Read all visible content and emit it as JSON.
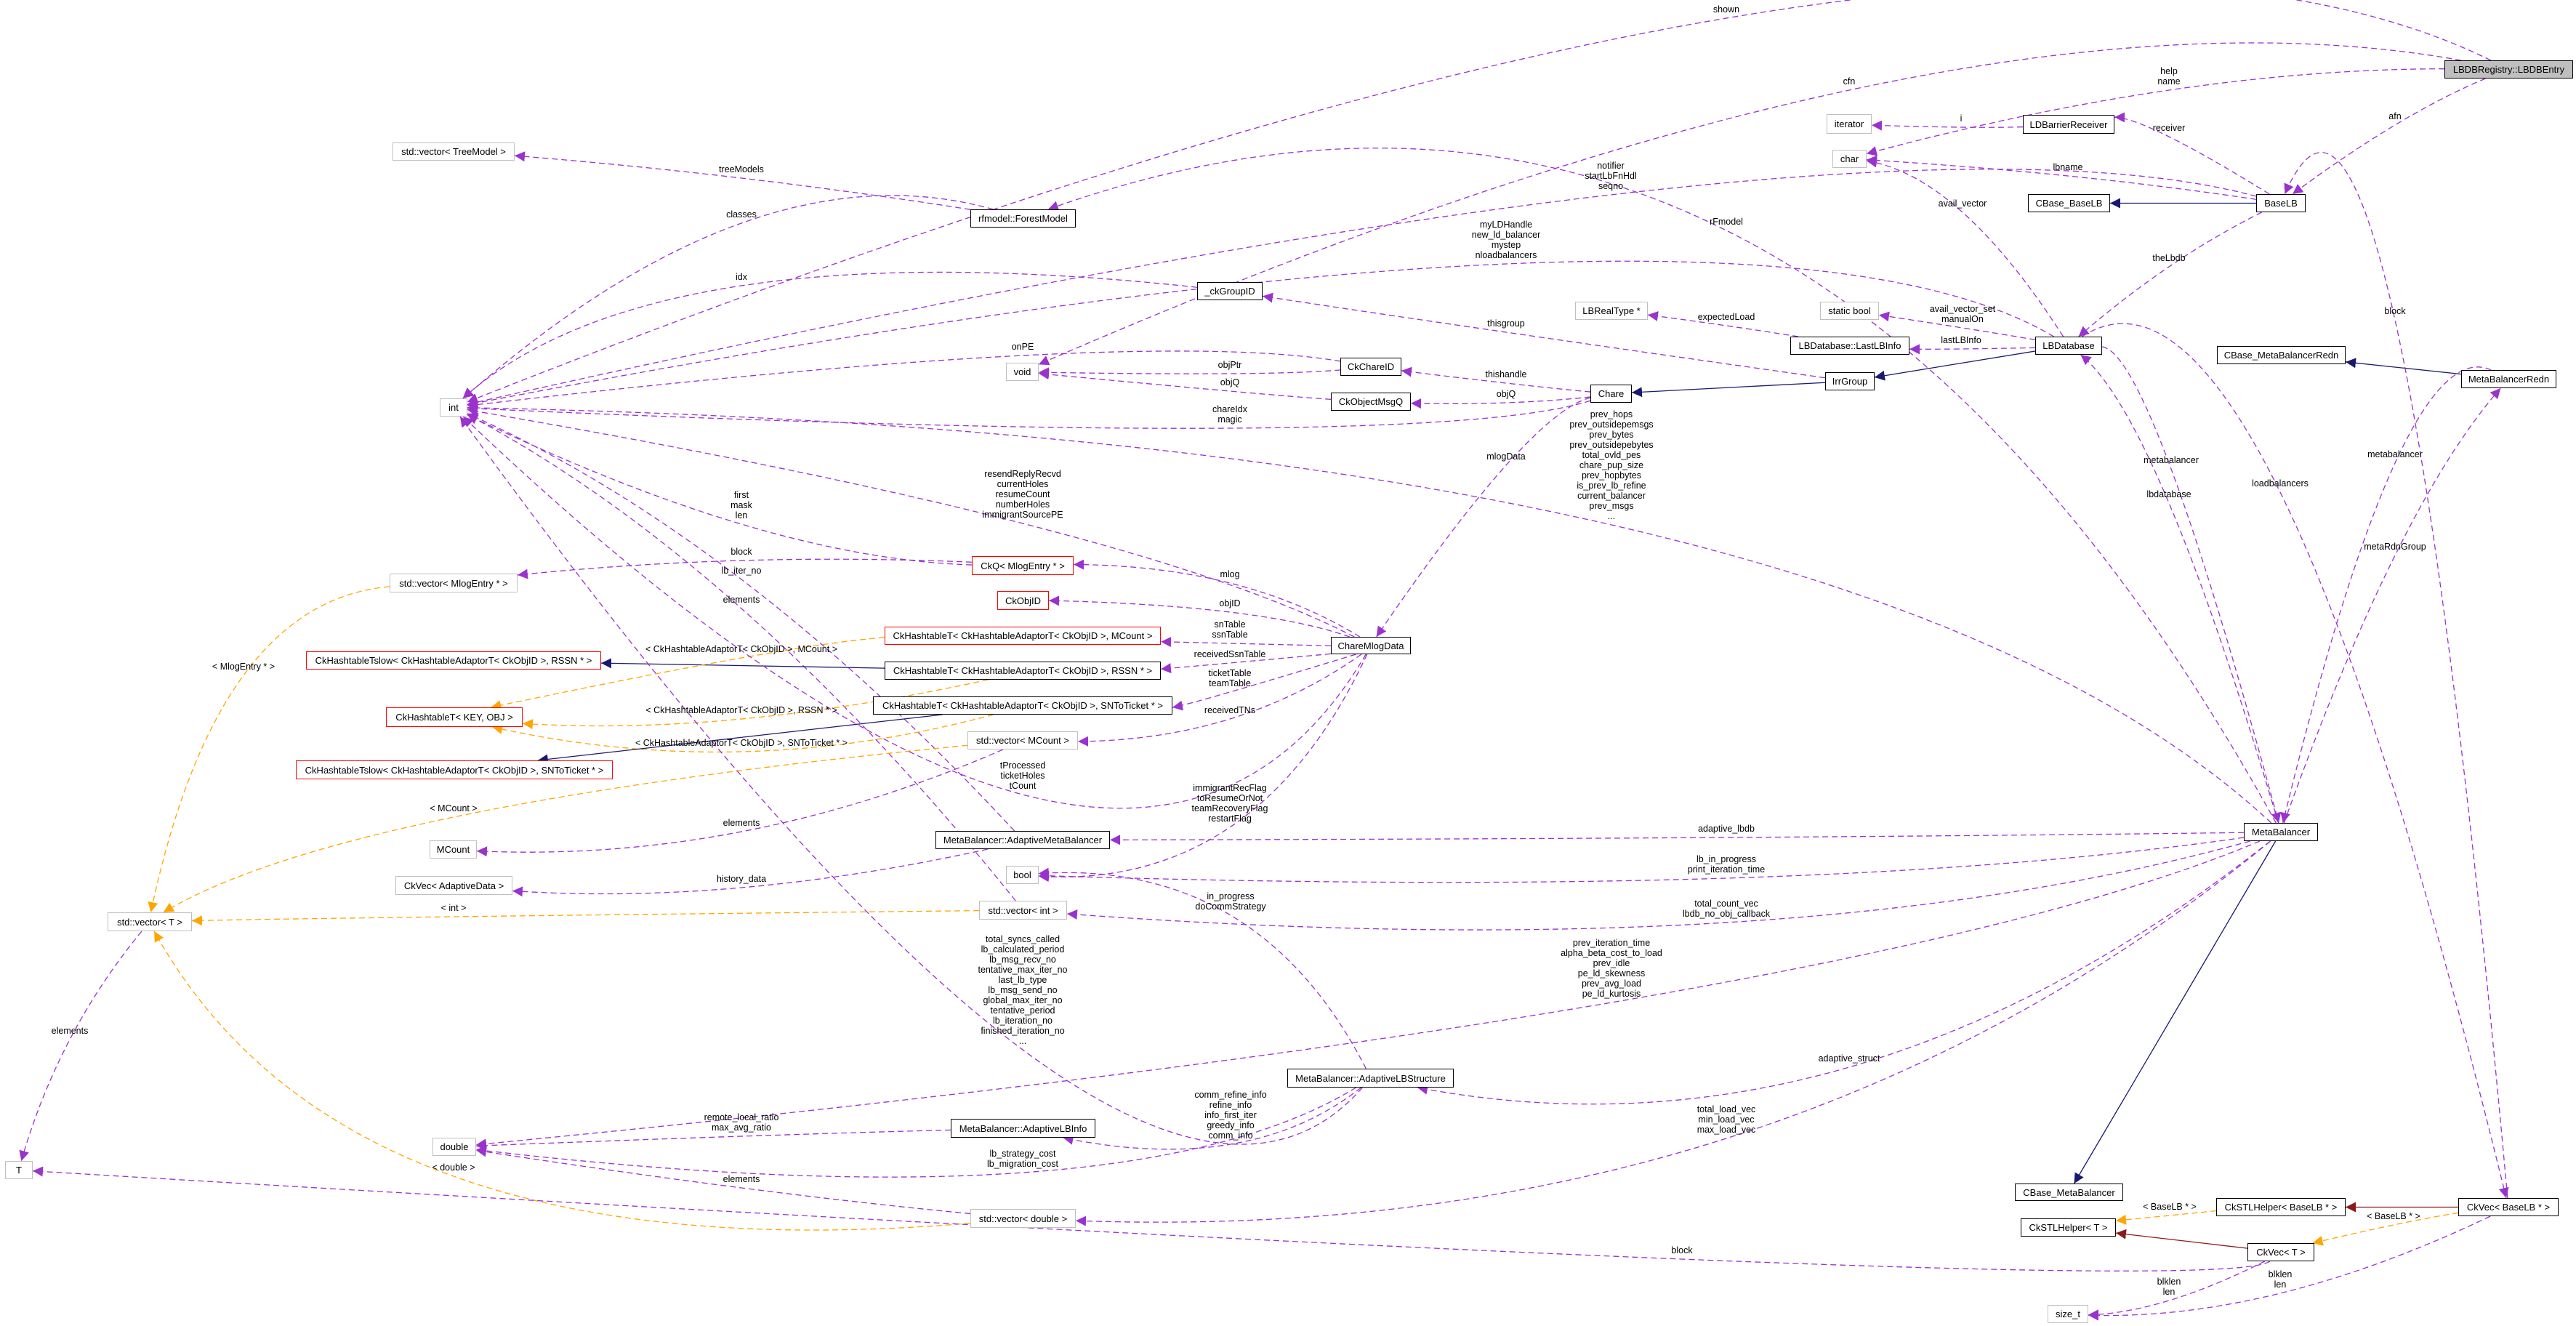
{
  "colors": {
    "usage": "#9a32cd",
    "inherit": "#191970",
    "template": "#ffa500",
    "private": "#8b1a1a",
    "highlight": "#bfbfbf",
    "undocumented_border": "#bfbfbf",
    "red_border": "#ff0000"
  },
  "nodes": [
    {
      "id": "entry",
      "label": "LBDBRegistry::LBDBEntry",
      "kind": "highlight"
    },
    {
      "id": "iterator",
      "label": "iterator",
      "kind": "undoc"
    },
    {
      "id": "ldbr",
      "label": "LDBarrierReceiver",
      "kind": "doc"
    },
    {
      "id": "char",
      "label": "char",
      "kind": "undoc"
    },
    {
      "id": "cbase_baselb",
      "label": "CBase_BaseLB",
      "kind": "doc"
    },
    {
      "id": "baselb",
      "label": "BaseLB",
      "kind": "doc"
    },
    {
      "id": "staticbool",
      "label": "static bool",
      "kind": "undoc"
    },
    {
      "id": "lastlbinfo",
      "label": "LBDatabase::LastLBInfo",
      "kind": "doc"
    },
    {
      "id": "lbdatabase",
      "label": "LBDatabase",
      "kind": "doc"
    },
    {
      "id": "irrgroup",
      "label": "IrrGroup",
      "kind": "doc"
    },
    {
      "id": "cbase_mbredn",
      "label": "CBase_MetaBalancerRedn",
      "kind": "doc"
    },
    {
      "id": "mbredn",
      "label": "MetaBalancerRedn",
      "kind": "doc"
    },
    {
      "id": "lbrealtype",
      "label": "LBRealType *",
      "kind": "undoc"
    },
    {
      "id": "vec_treemodel",
      "label": "std::vector< TreeModel >",
      "kind": "undoc"
    },
    {
      "id": "int",
      "label": "int",
      "kind": "undoc"
    },
    {
      "id": "vec_mlogentry",
      "label": "std::vector< MlogEntry * >",
      "kind": "undoc"
    },
    {
      "id": "tslow_rssn",
      "label": "CkHashtableTslow< CkHashtableAdaptorT< CkObjID >, RSSN * >",
      "kind": "red"
    },
    {
      "id": "forestmodel",
      "label": "rfmodel::ForestModel",
      "kind": "doc"
    },
    {
      "id": "ckgroupid",
      "label": "_ckGroupID",
      "kind": "doc"
    },
    {
      "id": "void",
      "label": "void",
      "kind": "undoc"
    },
    {
      "id": "chareid",
      "label": "CkChareID",
      "kind": "doc"
    },
    {
      "id": "objmsgq",
      "label": "CkObjectMsgQ",
      "kind": "doc"
    },
    {
      "id": "chare",
      "label": "Chare",
      "kind": "doc"
    },
    {
      "id": "ckq",
      "label": "CkQ< MlogEntry * >",
      "kind": "red"
    },
    {
      "id": "ckobjid",
      "label": "CkObjID",
      "kind": "red"
    },
    {
      "id": "ht_mcount",
      "label": "CkHashtableT< CkHashtableAdaptorT< CkObjID >, MCount >",
      "kind": "red"
    },
    {
      "id": "mlogdata",
      "label": "ChareMlogData",
      "kind": "doc"
    },
    {
      "id": "ht_rssn",
      "label": "CkHashtableT< CkHashtableAdaptorT< CkObjID >, RSSN * >",
      "kind": "doc"
    },
    {
      "id": "ht_keyobj",
      "label": "CkHashtableT< KEY, OBJ >",
      "kind": "red"
    },
    {
      "id": "tslow_snt",
      "label": "CkHashtableTslow< CkHashtableAdaptorT< CkObjID >, SNToTicket * >",
      "kind": "red"
    },
    {
      "id": "mcount",
      "label": "MCount",
      "kind": "undoc"
    },
    {
      "id": "ckvec_ad",
      "label": "CkVec< AdaptiveData >",
      "kind": "undoc"
    },
    {
      "id": "vec_t",
      "label": "std::vector< T >",
      "kind": "undoc"
    },
    {
      "id": "double",
      "label": "double",
      "kind": "undoc"
    },
    {
      "id": "t",
      "label": "T",
      "kind": "undoc"
    },
    {
      "id": "ht_snt",
      "label": "CkHashtableT< CkHashtableAdaptorT< CkObjID >, SNToTicket * >",
      "kind": "doc"
    },
    {
      "id": "vec_mcount",
      "label": "std::vector< MCount >",
      "kind": "undoc"
    },
    {
      "id": "amb",
      "label": "MetaBalancer::AdaptiveMetaBalancer",
      "kind": "doc"
    },
    {
      "id": "bool",
      "label": "bool",
      "kind": "undoc"
    },
    {
      "id": "vec_int",
      "label": "std::vector< int >",
      "kind": "undoc"
    },
    {
      "id": "albs",
      "label": "MetaBalancer::AdaptiveLBStructure",
      "kind": "doc"
    },
    {
      "id": "albinfo",
      "label": "MetaBalancer::AdaptiveLBInfo",
      "kind": "doc"
    },
    {
      "id": "vec_double",
      "label": "std::vector< double >",
      "kind": "undoc"
    },
    {
      "id": "mb",
      "label": "MetaBalancer",
      "kind": "doc"
    },
    {
      "id": "cbase_mb",
      "label": "CBase_MetaBalancer",
      "kind": "doc"
    },
    {
      "id": "stl_baselb",
      "label": "CkSTLHelper< BaseLB * >",
      "kind": "doc"
    },
    {
      "id": "ckvec_baselb",
      "label": "CkVec< BaseLB * >",
      "kind": "doc"
    },
    {
      "id": "stl_t",
      "label": "CkSTLHelper< T >",
      "kind": "doc"
    },
    {
      "id": "ckvec_t",
      "label": "CkVec< T >",
      "kind": "doc"
    },
    {
      "id": "size_t",
      "label": "size_t",
      "kind": "undoc"
    }
  ],
  "edges": [
    {
      "from": "entry",
      "to": "int",
      "label": "shown",
      "kind": "usage"
    },
    {
      "from": "entry",
      "to": "void",
      "label": "cfn",
      "kind": "usage"
    },
    {
      "from": "entry",
      "to": "char",
      "label": "help\nname",
      "kind": "usage"
    },
    {
      "from": "entry",
      "to": "baselb",
      "label": "afn",
      "kind": "usage"
    },
    {
      "from": "ldbr",
      "to": "iterator",
      "label": "i",
      "kind": "usage"
    },
    {
      "from": "baselb",
      "to": "ldbr",
      "label": "receiver",
      "kind": "usage"
    },
    {
      "from": "baselb",
      "to": "char",
      "label": "lbname",
      "kind": "usage"
    },
    {
      "from": "baselb",
      "to": "cbase_baselb",
      "label": "",
      "kind": "inherit"
    },
    {
      "from": "baselb",
      "to": "int",
      "label": "notifier\nstartLbFnHdl\nseqno",
      "kind": "usage"
    },
    {
      "from": "baselb",
      "to": "lbdatabase",
      "label": "theLbdb",
      "kind": "usage"
    },
    {
      "from": "lbdatabase",
      "to": "char",
      "label": "avail_vector",
      "kind": "usage"
    },
    {
      "from": "lbdatabase",
      "to": "staticbool",
      "label": "avail_vector_set\nmanualOn",
      "kind": "usage"
    },
    {
      "from": "lbdatabase",
      "to": "lastlbinfo",
      "label": "lastLBInfo",
      "kind": "usage"
    },
    {
      "from": "lastlbinfo",
      "to": "lbrealtype",
      "label": "expectedLoad",
      "kind": "usage"
    },
    {
      "from": "lbdatabase",
      "to": "irrgroup",
      "label": "",
      "kind": "inherit"
    },
    {
      "from": "lbdatabase",
      "to": "int",
      "label": "myLDHandle\nnew_ld_balancer\nmystep\nnloadbalancers",
      "kind": "usage"
    },
    {
      "from": "irrgroup",
      "to": "ckgroupid",
      "label": "thisgroup",
      "kind": "usage"
    },
    {
      "from": "irrgroup",
      "to": "chare",
      "label": "",
      "kind": "inherit"
    },
    {
      "from": "chare",
      "to": "chareid",
      "label": "thishandle",
      "kind": "usage"
    },
    {
      "from": "chare",
      "to": "objmsgq",
      "label": "objQ",
      "kind": "usage"
    },
    {
      "from": "chare",
      "to": "int",
      "label": "chareIdx\nmagic",
      "kind": "usage"
    },
    {
      "from": "chare",
      "to": "mlogdata",
      "label": "mlogData",
      "kind": "usage"
    },
    {
      "from": "chareid",
      "to": "int",
      "label": "onPE",
      "kind": "usage"
    },
    {
      "from": "chareid",
      "to": "void",
      "label": "objPtr",
      "kind": "usage"
    },
    {
      "from": "objmsgq",
      "to": "void",
      "label": "objQ",
      "kind": "usage"
    },
    {
      "from": "ckgroupid",
      "to": "int",
      "label": "idx",
      "kind": "usage"
    },
    {
      "from": "forestmodel",
      "to": "vec_treemodel",
      "label": "treeModels",
      "kind": "usage"
    },
    {
      "from": "forestmodel",
      "to": "int",
      "label": "classes",
      "kind": "usage"
    },
    {
      "from": "mb",
      "to": "forestmodel",
      "label": "rFmodel",
      "kind": "usage"
    },
    {
      "from": "mlogdata",
      "to": "int",
      "label": "resendReplyRecvd\ncurrentHoles\nresumeCount\nnumberHoles\nimmigrantSourcePE",
      "kind": "usage"
    },
    {
      "from": "mlogdata",
      "to": "ckq",
      "label": "mlog",
      "kind": "usage"
    },
    {
      "from": "mlogdata",
      "to": "ckobjid",
      "label": "objID",
      "kind": "usage"
    },
    {
      "from": "mlogdata",
      "to": "ht_mcount",
      "label": "snTable\nssnTable",
      "kind": "usage"
    },
    {
      "from": "mlogdata",
      "to": "ht_rssn",
      "label": "receivedSsnTable",
      "kind": "usage"
    },
    {
      "from": "mlogdata",
      "to": "ht_snt",
      "label": "ticketTable\nteamTable",
      "kind": "usage"
    },
    {
      "from": "mlogdata",
      "to": "vec_mcount",
      "label": "receivedTNs",
      "kind": "usage"
    },
    {
      "from": "mlogdata",
      "to": "bool",
      "label": "immigrantRecFlag\ntoResumeOrNot\nteamRecoveryFlag\nrestartFlag",
      "kind": "usage"
    },
    {
      "from": "mb",
      "to": "int",
      "label": "prev_hops\nprev_outsidepemsgs\nprev_bytes\nprev_outsidepebytes\ntotal_ovld_pes\nchare_pup_size\nprev_hopbytes\nis_prev_lb_refine\ncurrent_balancer\nprev_msgs\n...",
      "kind": "usage"
    },
    {
      "from": "ckq",
      "to": "int",
      "label": "first\nmask\nlen",
      "kind": "usage"
    },
    {
      "from": "ckq",
      "to": "vec_mlogentry",
      "label": "block",
      "kind": "usage"
    },
    {
      "from": "amb",
      "to": "int",
      "label": "lb_iter_no",
      "kind": "usage"
    },
    {
      "from": "vec_int",
      "to": "int",
      "label": "elements",
      "kind": "usage"
    },
    {
      "from": "vec_mlogentry",
      "to": "vec_t",
      "label": "< MlogEntry * >",
      "kind": "template"
    },
    {
      "from": "ht_rssn",
      "to": "tslow_rssn",
      "label": "",
      "kind": "inherit"
    },
    {
      "from": "ht_mcount",
      "to": "ht_keyobj",
      "label": "< CkHashtableAdaptorT< CkObjID >, MCount >",
      "kind": "template"
    },
    {
      "from": "ht_rssn",
      "to": "ht_keyobj",
      "label": "< CkHashtableAdaptorT< CkObjID >, RSSN * >",
      "kind": "template"
    },
    {
      "from": "ht_snt",
      "to": "ht_keyobj",
      "label": "< CkHashtableAdaptorT< CkObjID >, SNToTicket * >",
      "kind": "template"
    },
    {
      "from": "ht_snt",
      "to": "tslow_snt",
      "label": "",
      "kind": "inherit"
    },
    {
      "from": "vec_mcount",
      "to": "vec_t",
      "label": "< MCount >",
      "kind": "template"
    },
    {
      "from": "vec_mcount",
      "to": "mcount",
      "label": "elements",
      "kind": "usage"
    },
    {
      "from": "amb",
      "to": "ckvec_ad",
      "label": "history_data",
      "kind": "usage"
    },
    {
      "from": "vec_int",
      "to": "vec_t",
      "label": "< int >",
      "kind": "template"
    },
    {
      "from": "vec_t",
      "to": "t",
      "label": "elements",
      "kind": "usage"
    },
    {
      "from": "vec_double",
      "to": "vec_t",
      "label": "< double >",
      "kind": "template"
    },
    {
      "from": "albinfo",
      "to": "double",
      "label": "remote_local_ratio\nmax_avg_ratio",
      "kind": "usage"
    },
    {
      "from": "albs",
      "to": "double",
      "label": "lb_strategy_cost\nlb_migration_cost",
      "kind": "usage"
    },
    {
      "from": "vec_double",
      "to": "double",
      "label": "elements",
      "kind": "usage"
    },
    {
      "from": "albs",
      "to": "int",
      "label": "total_syncs_called\nlb_calculated_period\nlb_msg_recv_no\ntentative_max_iter_no\nlast_lb_type\nlb_msg_send_no\nglobal_max_iter_no\ntentative_period\nlb_iteration_no\nfinished_iteration_no\n...",
      "kind": "usage"
    },
    {
      "from": "mb",
      "to": "double",
      "label": "prev_iteration_time\nalpha_beta_cost_to_load\nprev_idle\npe_ld_skewness\nprev_avg_load\npe_ld_kurtosis",
      "kind": "usage"
    },
    {
      "from": "albs",
      "to": "albinfo",
      "label": "comm_refine_info\nrefine_info\ninfo_first_iter\ngreedy_info\ncomm_info",
      "kind": "usage"
    },
    {
      "from": "albs",
      "to": "bool",
      "label": "in_progress\ndoCommStrategy",
      "kind": "usage"
    },
    {
      "from": "mb",
      "to": "amb",
      "label": "adaptive_lbdb",
      "kind": "usage"
    },
    {
      "from": "mb",
      "to": "bool",
      "label": "lb_in_progress\nprint_iteration_time",
      "kind": "usage"
    },
    {
      "from": "mb",
      "to": "vec_int",
      "label": "total_count_vec\nlbdb_no_obj_callback",
      "kind": "usage"
    },
    {
      "from": "mb",
      "to": "albs",
      "label": "adaptive_struct",
      "kind": "usage"
    },
    {
      "from": "mb",
      "to": "vec_double",
      "label": "total_load_vec\nmin_load_vec\nmax_load_vec",
      "kind": "usage"
    },
    {
      "from": "mb",
      "to": "cbase_mb",
      "label": "",
      "kind": "inherit"
    },
    {
      "from": "mb",
      "to": "lbdatabase",
      "label": "lbdatabase",
      "kind": "usage"
    },
    {
      "from": "lbdatabase",
      "to": "mb",
      "label": "metabalancer",
      "kind": "usage"
    },
    {
      "from": "mbredn",
      "to": "mb",
      "label": "metabalancer",
      "kind": "usage"
    },
    {
      "from": "mb",
      "to": "mbredn",
      "label": "metaRdnGroup",
      "kind": "usage"
    },
    {
      "from": "mbredn",
      "to": "cbase_mbredn",
      "label": "",
      "kind": "inherit"
    },
    {
      "from": "lbdatabase",
      "to": "ckvec_baselb",
      "label": "loadbalancers",
      "kind": "usage"
    },
    {
      "from": "ckvec_baselb",
      "to": "baselb",
      "label": "block",
      "kind": "usage"
    },
    {
      "from": "ckvec_baselb",
      "to": "stl_baselb",
      "label": "",
      "kind": "private"
    },
    {
      "from": "stl_baselb",
      "to": "stl_t",
      "label": "< BaseLB * >",
      "kind": "template"
    },
    {
      "from": "ckvec_baselb",
      "to": "ckvec_t",
      "label": "< BaseLB * >",
      "kind": "template"
    },
    {
      "from": "ckvec_t",
      "to": "stl_t",
      "label": "",
      "kind": "private"
    },
    {
      "from": "ckvec_t",
      "to": "t",
      "label": "block",
      "kind": "usage"
    },
    {
      "from": "ckvec_t",
      "to": "size_t",
      "label": "blklen\nlen",
      "kind": "usage"
    },
    {
      "from": "ckvec_baselb",
      "to": "size_t",
      "label": "blklen\nlen",
      "kind": "usage"
    },
    {
      "from": "mlogdata",
      "to": "int",
      "label": "tProcessed\nticketHoles\ntCount",
      "kind": "usage"
    }
  ]
}
